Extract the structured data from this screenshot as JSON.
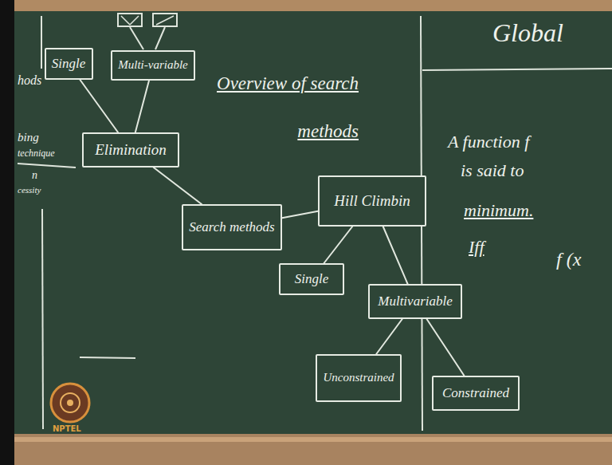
{
  "diagram": {
    "title": "Overview of search methods",
    "nodes": [
      {
        "text": [
          "Single"
        ]
      },
      {
        "text": [
          "Multi-variable"
        ]
      },
      {
        "text": [
          "Elimination"
        ]
      },
      {
        "text": [
          "Search methods"
        ]
      },
      {
        "text": [
          "Hill Climbin"
        ]
      },
      {
        "text": [
          "Single"
        ]
      },
      {
        "text": [
          "Multivariable"
        ]
      },
      {
        "text": [
          "Unconstrained"
        ]
      },
      {
        "text": [
          "Constrained"
        ]
      }
    ],
    "edges": [
      {
        "from": 0,
        "to": 2,
        "arrow": "none"
      },
      {
        "from": 1,
        "to": 2,
        "arrow": "none"
      },
      {
        "from": 2,
        "to": 3,
        "arrow": "none"
      },
      {
        "from": 3,
        "to": 4,
        "arrow": "none"
      },
      {
        "from": 4,
        "to": 5,
        "arrow": "none"
      },
      {
        "from": 4,
        "to": 6,
        "arrow": "none"
      },
      {
        "from": 6,
        "to": 7,
        "arrow": "none"
      },
      {
        "from": 6,
        "to": 8,
        "arrow": "none"
      }
    ],
    "labels": [
      "hods",
      "bing",
      "technique",
      "n",
      "cessity",
      "Global",
      "A function f",
      "is said to",
      "minimum.",
      "Iff",
      "f (x",
      "NPTEL"
    ]
  }
}
